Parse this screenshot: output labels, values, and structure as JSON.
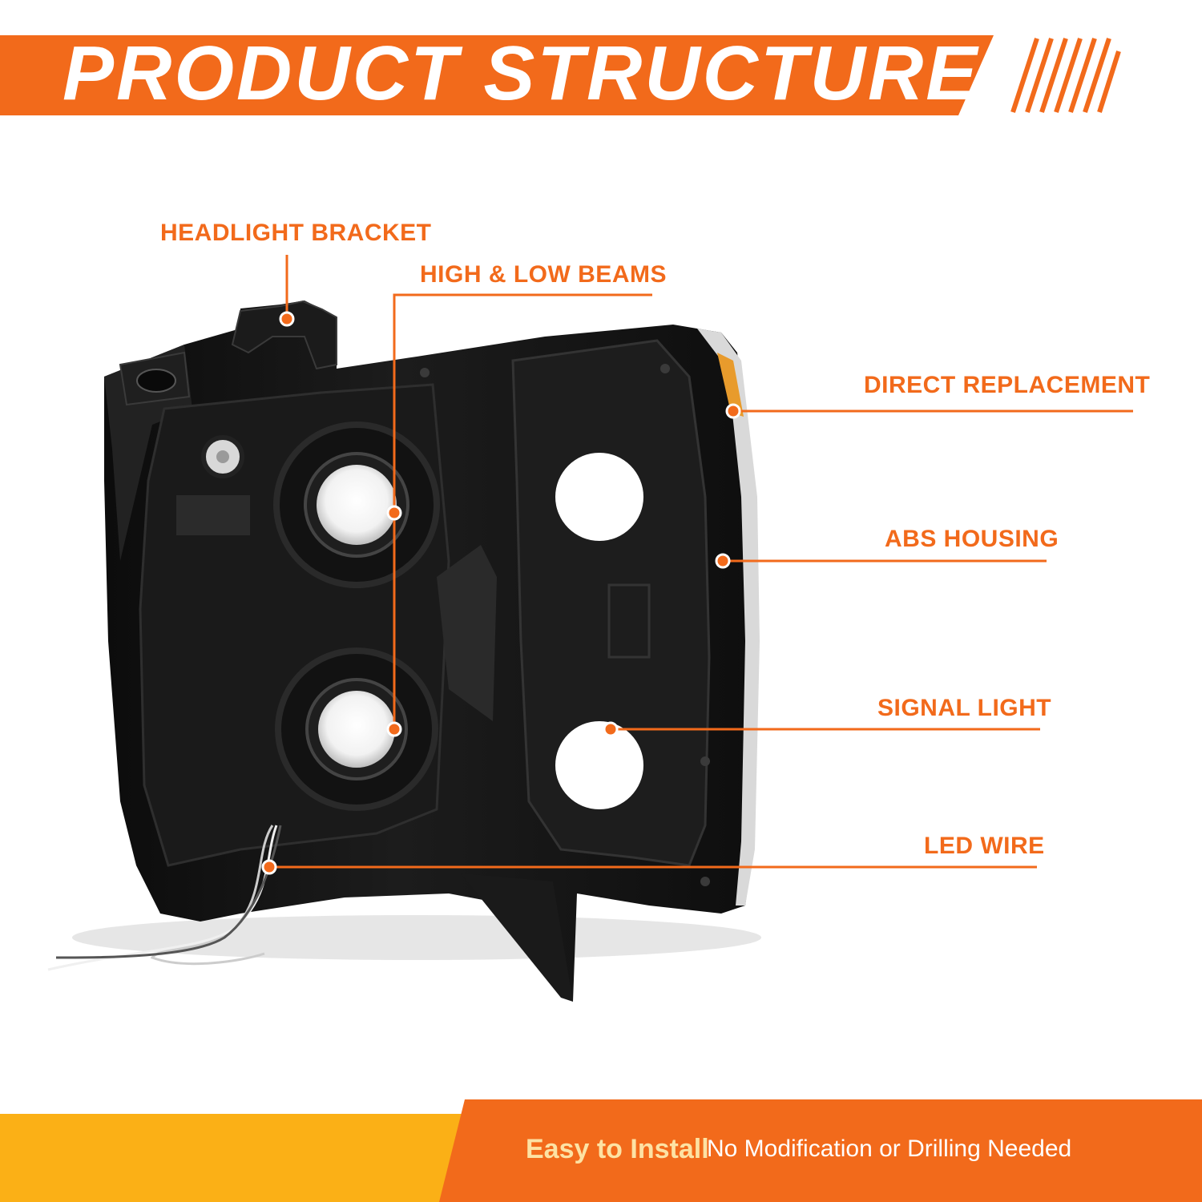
{
  "colors": {
    "accent": "#f26a1b",
    "accent_light": "#f7911e",
    "footer_yellow": "#fbb016",
    "footer_strong_text": "#fde2a4",
    "housing": "#121212",
    "housing_mid": "#262626",
    "housing_highlight": "#3a3a3a"
  },
  "header": {
    "title": "PRODUCT STRUCTURE"
  },
  "product": {
    "subject": "headlight-housing-rear-view"
  },
  "callouts": [
    {
      "id": "headlight-bracket",
      "label": "HEADLIGHT BRACKET"
    },
    {
      "id": "high-low-beams",
      "label": "HIGH & LOW BEAMS"
    },
    {
      "id": "direct-replacement",
      "label": "DIRECT REPLACEMENT"
    },
    {
      "id": "abs-housing",
      "label": "ABS HOUSING"
    },
    {
      "id": "signal-light",
      "label": "SIGNAL LIGHT"
    },
    {
      "id": "led-wire",
      "label": "LED WIRE"
    }
  ],
  "footer": {
    "strong": "Easy to Install",
    "sub": "No Modification or Drilling Needed"
  }
}
